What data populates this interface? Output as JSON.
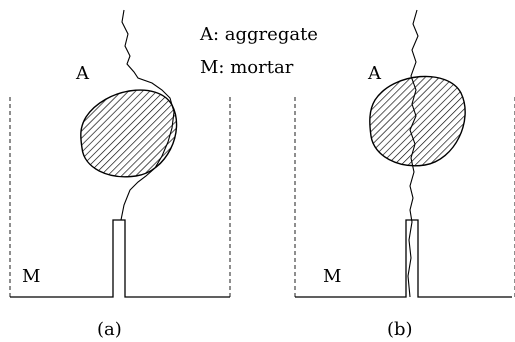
{
  "legend": {
    "aggregate": "A: aggregate",
    "mortar": "M: mortar"
  },
  "panels": [
    {
      "caption": "(a)",
      "aggregate_label": "A",
      "mortar_label": "M",
      "crack_path": "around the aggregate"
    },
    {
      "caption": "(b)",
      "aggregate_label": "A",
      "mortar_label": "M",
      "crack_path": "through the aggregate"
    }
  ],
  "colors": {
    "lines": "#000000",
    "dashed_walls": "#444444",
    "background": "#ffffff"
  }
}
